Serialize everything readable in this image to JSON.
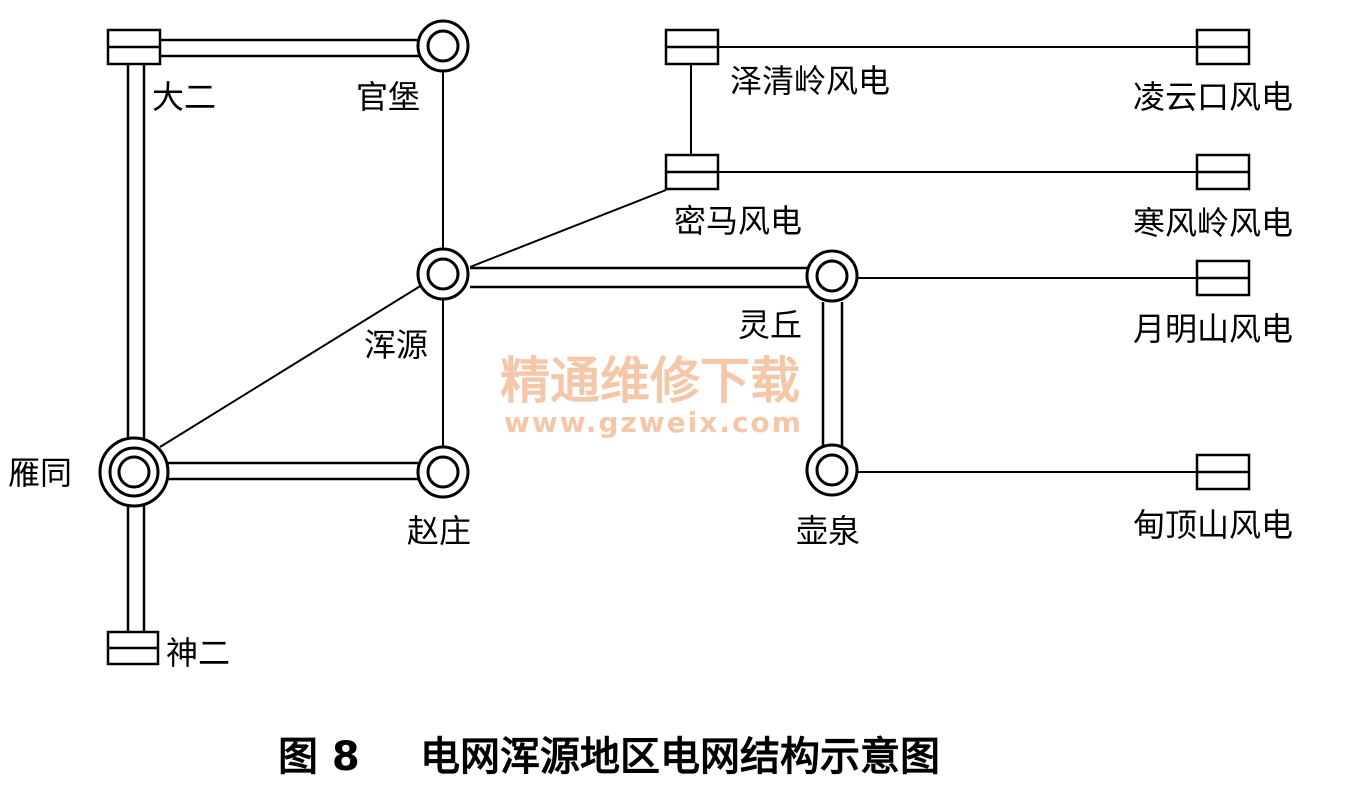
{
  "nodes": {
    "da_er": "大二",
    "guan_bao": "官堡",
    "ze_qing_ling": "泽清岭风电",
    "ling_yun_kou": "凌云口风电",
    "mi_ma": "密马风电",
    "han_feng_ling": "寒风岭风电",
    "hun_yuan": "浑源",
    "ling_qiu": "灵丘",
    "yue_ming_shan": "月明山风电",
    "yan_tong": "雁同",
    "zhao_zhuang": "赵庄",
    "hu_quan": "壶泉",
    "dian_ding_shan": "甸顶山风电",
    "shen_er": "神二"
  },
  "watermark": {
    "text": "精通维修下载",
    "url": "www.gzweix.com"
  },
  "caption": {
    "figure_no": "图 8",
    "title": "电网浑源地区电网结构示意图"
  }
}
